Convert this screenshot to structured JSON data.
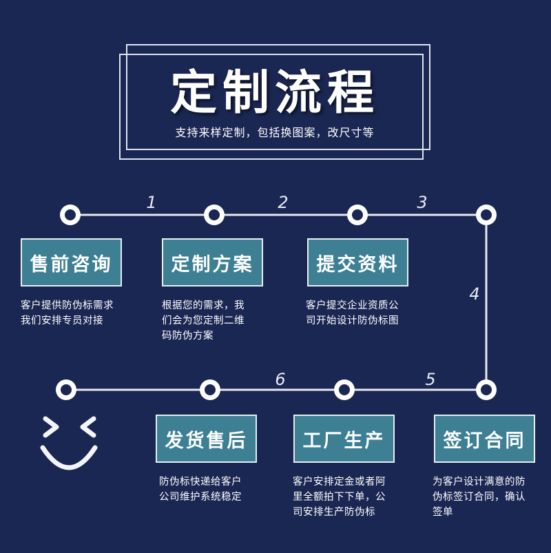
{
  "title": "定制流程",
  "subtitle": "支持来样定制，包括换图案，改尺寸等",
  "connector_numbers": [
    "1",
    "2",
    "3",
    "4",
    "5",
    "6"
  ],
  "steps": [
    {
      "label": "售前咨询",
      "desc": [
        "客户提供防伪标需求",
        "我们安排专员对接"
      ]
    },
    {
      "label": "定制方案",
      "desc": [
        "根据您的需求，我",
        "们会为您定制二维",
        "码防伪方案"
      ]
    },
    {
      "label": "提交资料",
      "desc": [
        "客户提交企业资质公",
        "司开始设计防伪标图"
      ]
    },
    {
      "label": "签订合同",
      "desc": [
        "为客户设计满意的防",
        "伪标签订合同，确认",
        "签单"
      ]
    },
    {
      "label": "工厂生产",
      "desc": [
        "客户安排定金或者阿",
        "里全额拍下下单，公",
        "司安排生产防伪标"
      ]
    },
    {
      "label": "发货售后",
      "desc": [
        "防伪标快递给客户",
        "公司维护系统稳定"
      ]
    }
  ],
  "colors": {
    "background": "#1b2753",
    "box": "#3d7f93",
    "line": "#e6e9f2"
  }
}
